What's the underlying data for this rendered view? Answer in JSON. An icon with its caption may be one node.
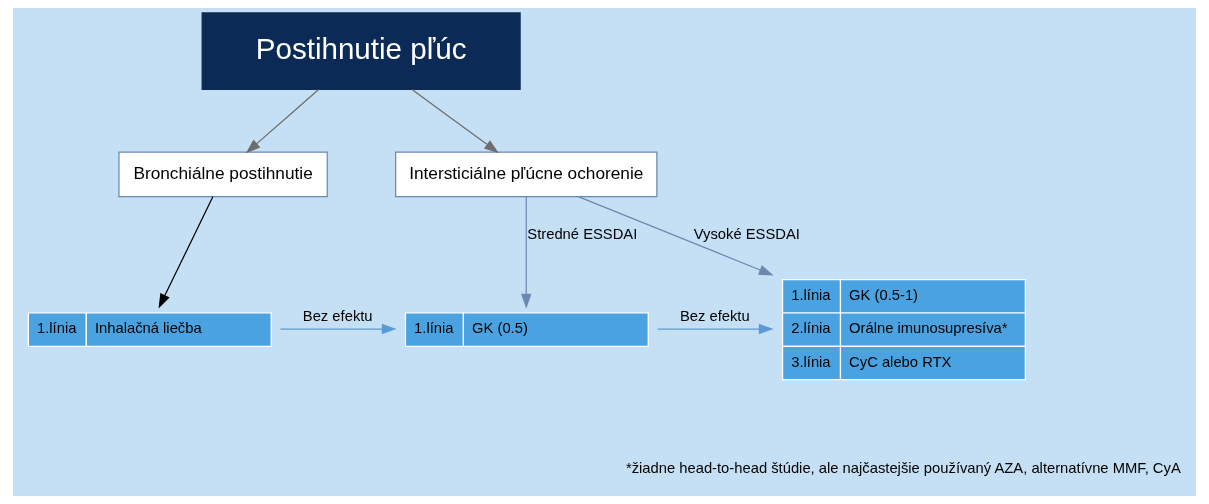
{
  "diagram": {
    "nodes": [
      {
        "text": [
          "Postihnutie pľúc"
        ]
      },
      {
        "text": [
          "Bronchiálne postihnutie"
        ]
      },
      {
        "text": [
          "Intersticiálne pľúcne ochorenie"
        ]
      },
      {
        "text": [
          "1.línia",
          "Inhalačná liečba"
        ]
      },
      {
        "text": [
          "1.línia",
          "GK (0.5)"
        ]
      },
      {
        "text": [
          "1.línia",
          "GK (0.5-1)",
          "2.línia",
          "Orálne imunosupresíva*",
          "3.línia",
          "CyC alebo RTX"
        ]
      }
    ],
    "edges": [
      {
        "from": 0,
        "to": 1,
        "arrow": "to",
        "color": "#6d6d6d"
      },
      {
        "from": 0,
        "to": 2,
        "arrow": "to",
        "color": "#6d6d6d"
      },
      {
        "from": 1,
        "to": 3,
        "arrow": "to",
        "color": "#000000"
      },
      {
        "from": 3,
        "to": 4,
        "arrow": "to",
        "label": "Bez efektu",
        "color": "#5b9bd5"
      },
      {
        "from": 2,
        "to": 4,
        "arrow": "to",
        "label": "Stredné ESSDAI",
        "color": "#6b88b0"
      },
      {
        "from": 4,
        "to": 5,
        "arrow": "to",
        "label": "Bez efektu",
        "color": "#5b9bd5"
      },
      {
        "from": 2,
        "to": 5,
        "arrow": "to",
        "label": "Vysoké ESSDAI",
        "color": "#6b88b0"
      }
    ],
    "labels": [
      "*žiadne head-to-head štúdie, ale najčastejšie používaný AZA, alternatívne MMF, CyA"
    ]
  }
}
